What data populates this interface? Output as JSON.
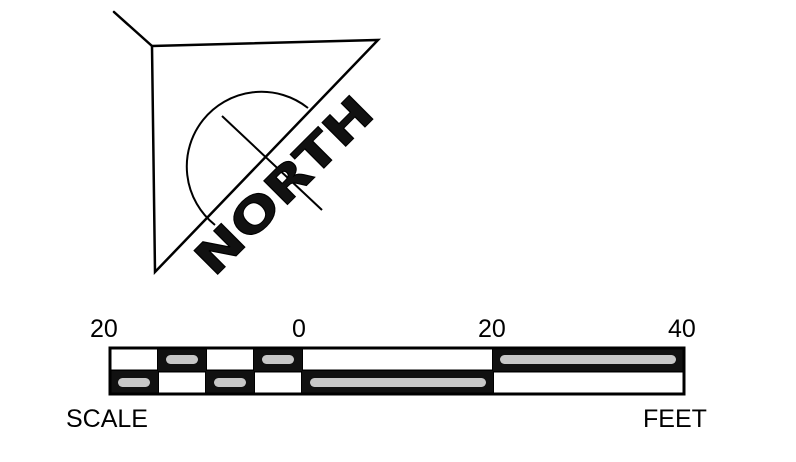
{
  "north_arrow": {
    "label": "NORTH"
  },
  "scale_bar": {
    "tick_labels": [
      "20",
      "0",
      "20",
      "40"
    ],
    "left_caption": "SCALE",
    "right_caption": "FEET"
  },
  "colors": {
    "ink": "#000000",
    "paper": "#ffffff",
    "bar_fill": "#111111",
    "highlight": "#c8c8c8"
  }
}
